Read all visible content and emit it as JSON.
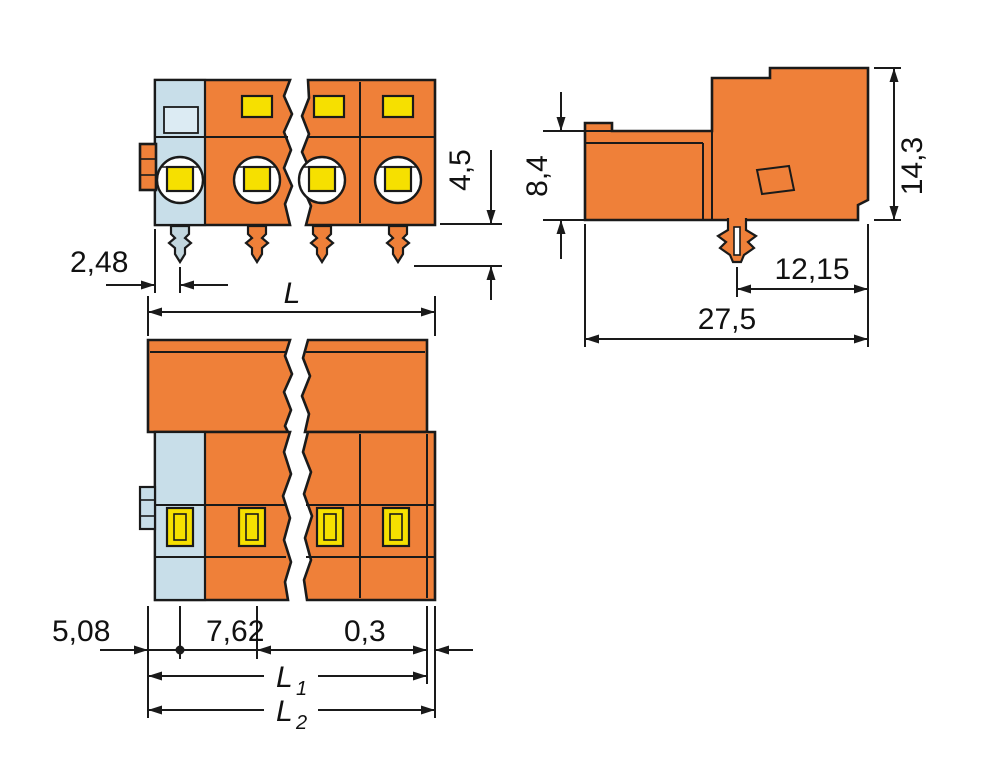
{
  "drawing": {
    "type": "technical-dimension-drawing",
    "labels": {
      "pin_offset": "2,48",
      "pin_length": "4,5",
      "front_height": "8,4",
      "total_height": "14,3",
      "latch_to_edge": "12,15",
      "total_depth": "27,5",
      "total_length": "L",
      "edge_to_first_pole": "5,08",
      "pole_pitch": "7,62",
      "edge_step": "0,3",
      "l1_base": "L",
      "l1_sub": "1",
      "l2_base": "L",
      "l2_sub": "2"
    },
    "colors": {
      "housing_orange": "#EF8039",
      "coding_light_blue": "#C8DEE9",
      "contact_yellow": "#F6E000",
      "pin_gray_blue": "#C2D6DE",
      "outline": "#1A1A1A",
      "background": "#FFFFFF"
    }
  }
}
